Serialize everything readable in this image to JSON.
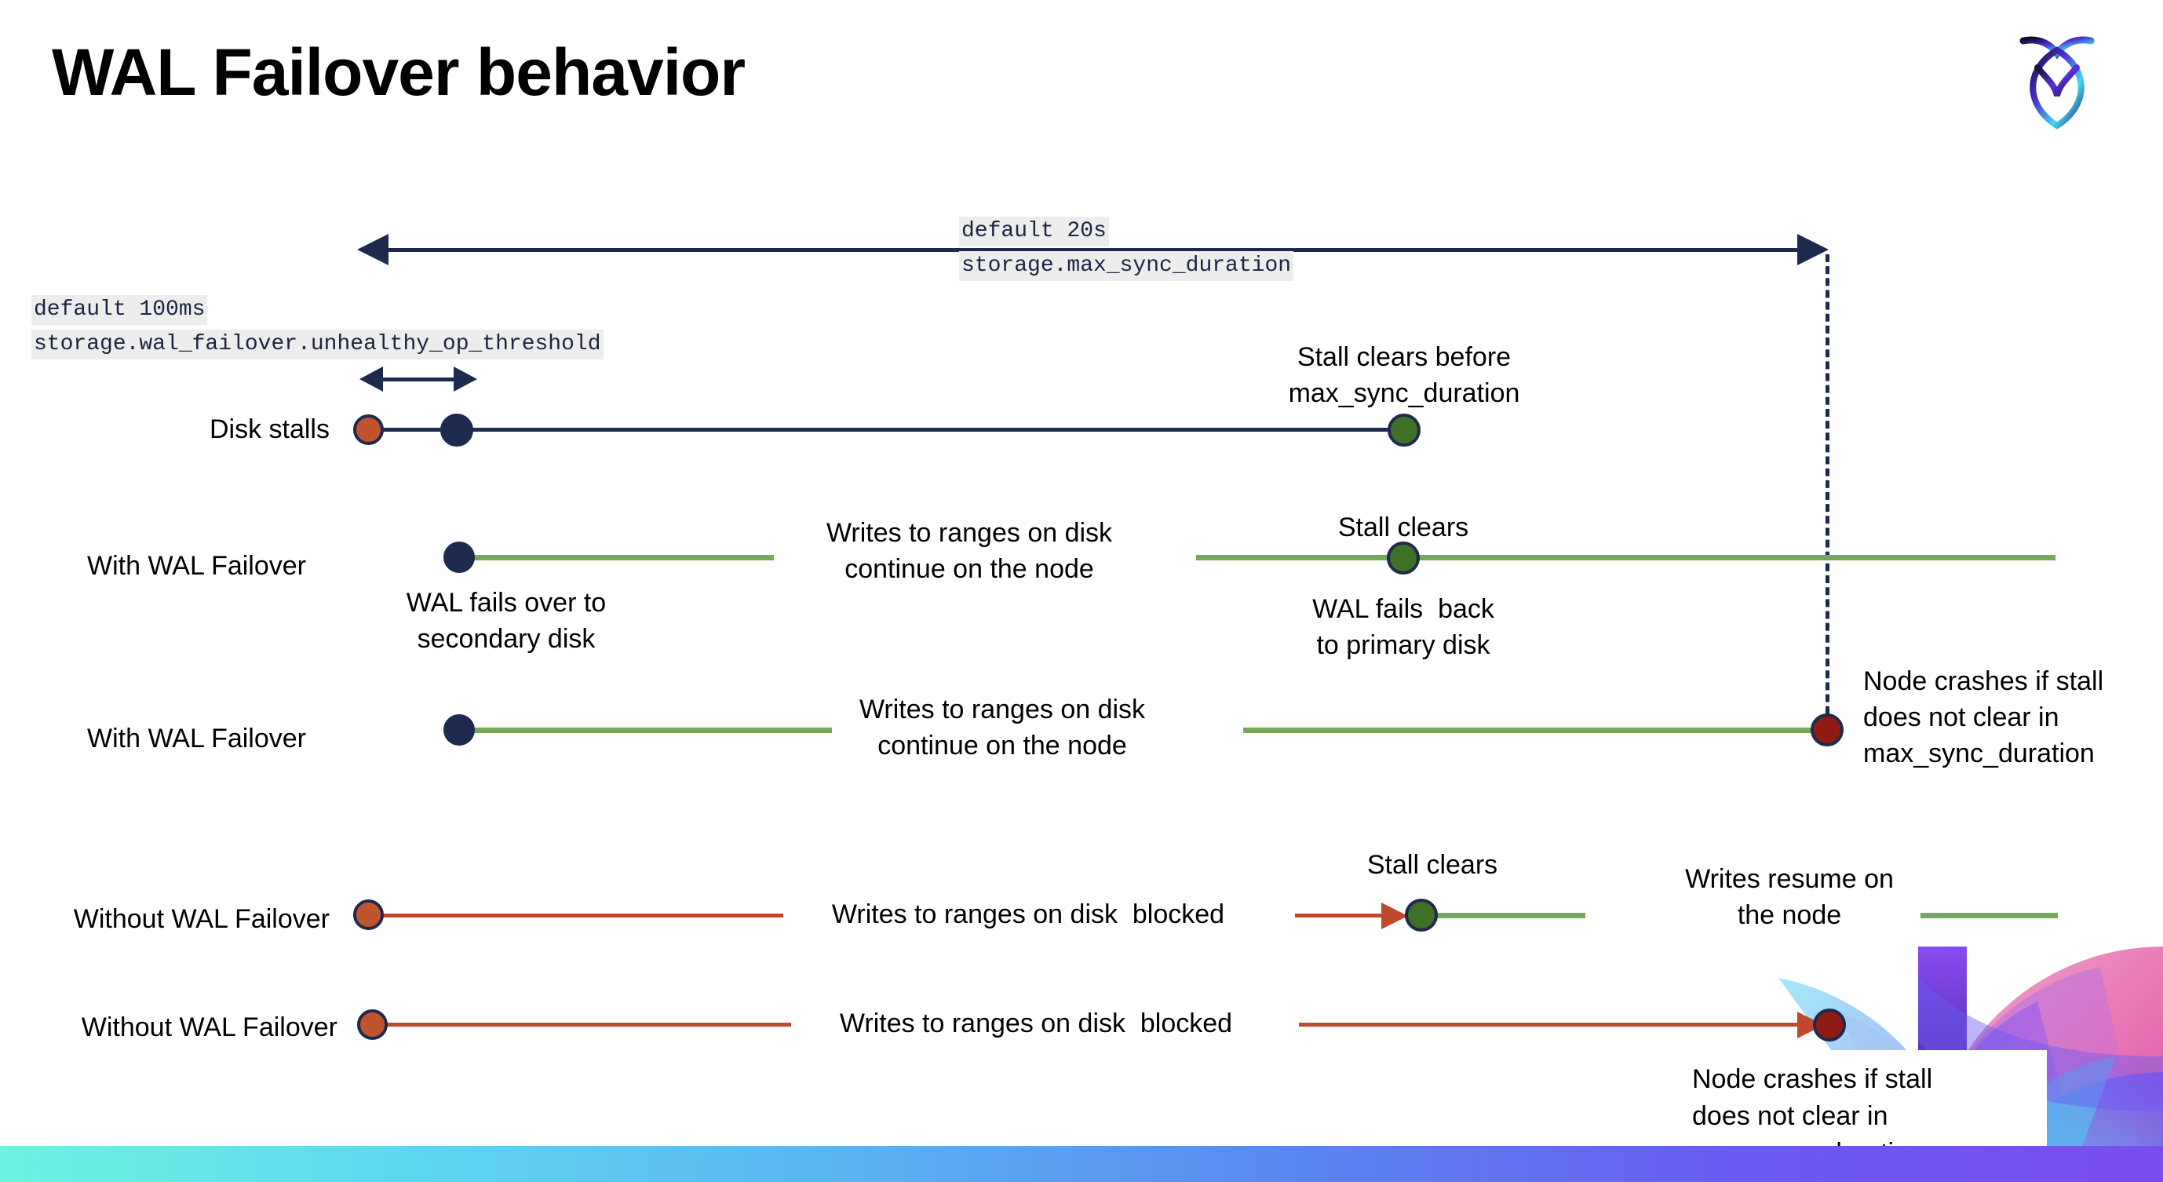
{
  "slide": {
    "title": "WAL Failover behavior",
    "logo_name": "cockroachdb-logo"
  },
  "settings": {
    "max_sync": {
      "default": "default 20s",
      "name": "storage.max_sync_duration"
    },
    "unhealthy_threshold": {
      "default": "default 100ms",
      "name": "storage.wal_failover.unhealthy_op_threshold"
    }
  },
  "rows": {
    "disk_stalls": {
      "label": "Disk stalls",
      "annotation_line1": "Stall clears before",
      "annotation_line2": "max_sync_duration"
    },
    "with_failover_clears": {
      "label": "With WAL Failover",
      "note_start_line1": "WAL fails over to",
      "note_start_line2": "secondary disk",
      "note_mid_line1": "Writes to ranges on disk",
      "note_mid_line2": "continue on the node",
      "note_clears": "Stall clears",
      "note_back_line1": "WAL fails  back",
      "note_back_line2": "to primary disk"
    },
    "with_failover_crash": {
      "label": "With WAL Failover",
      "note_mid_line1": "Writes to ranges on disk",
      "note_mid_line2": "continue on the node",
      "crash_line1": "Node crashes if stall",
      "crash_line2": "does not clear in",
      "crash_line3": "max_sync_duration"
    },
    "without_failover_clears": {
      "label": "Without WAL Failover",
      "note_blocked": "Writes to ranges on disk  blocked",
      "note_clears": "Stall clears",
      "note_resume_line1": "Writes resume on",
      "note_resume_line2": "the node"
    },
    "without_failover_crash": {
      "label": "Without WAL Failover",
      "note_blocked": "Writes to ranges on disk  blocked",
      "crash_line1": "Node crashes if stall",
      "crash_line2": "does not clear in",
      "crash_line3": "max_sync_duration"
    }
  },
  "colors": {
    "navy": "#1d2a4d",
    "green_line": "#76a85a",
    "green_dot": "#3e7028",
    "orange": "#c0542f",
    "red_line": "#c0482c",
    "dark_red": "#8e1c14",
    "chip_bg": "#ededed"
  }
}
